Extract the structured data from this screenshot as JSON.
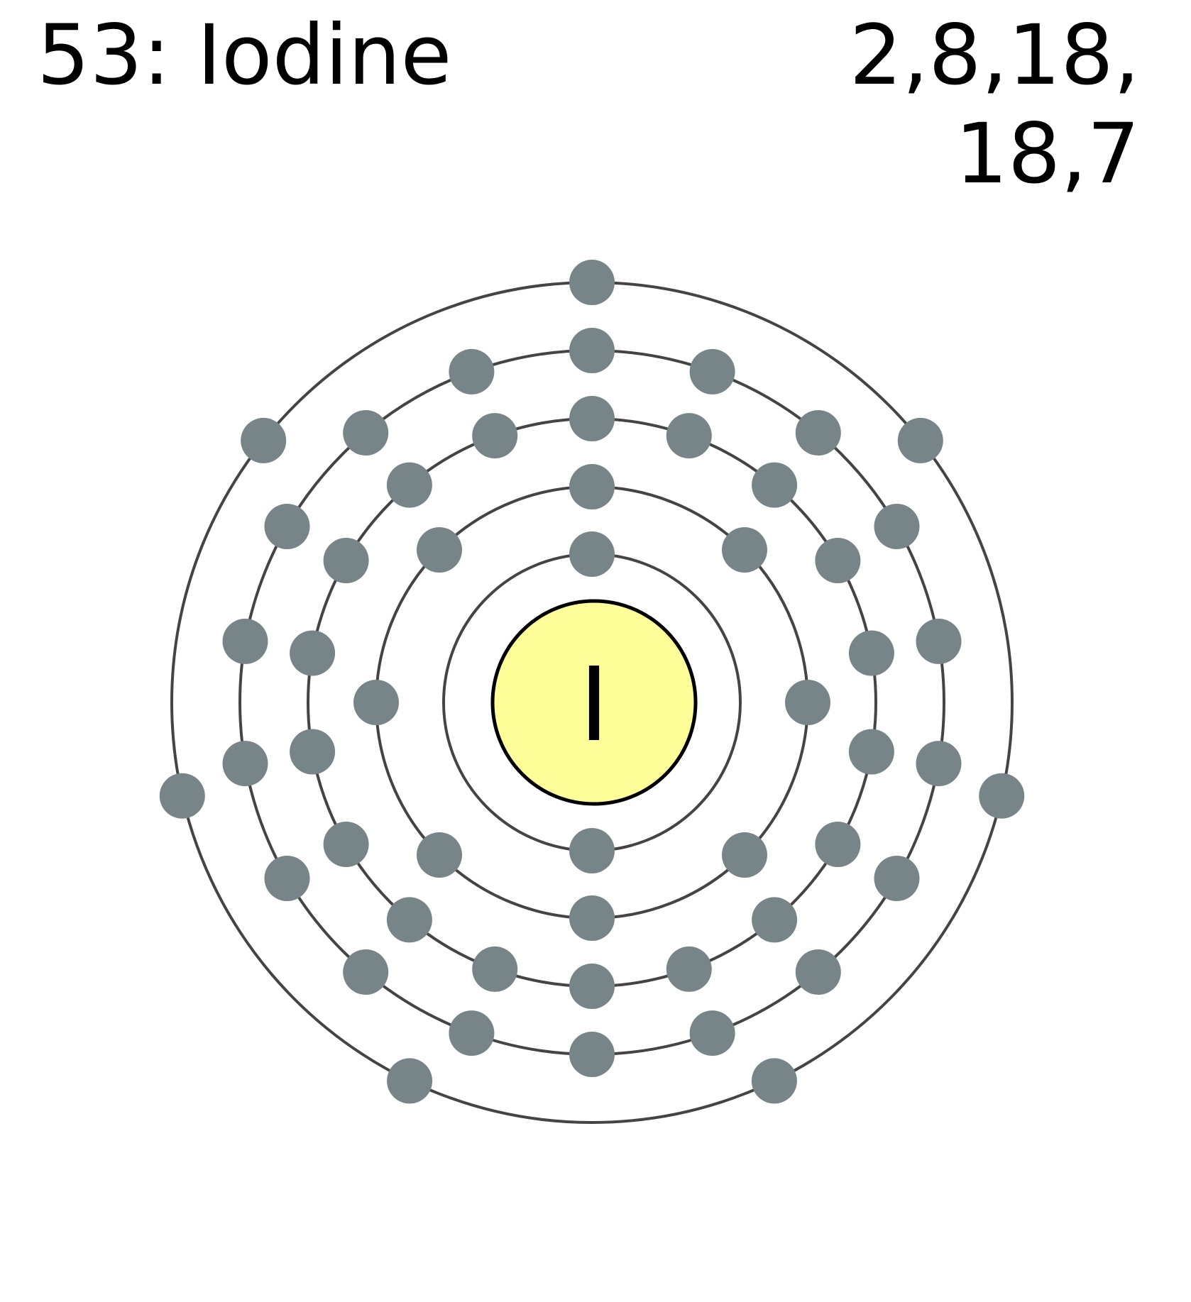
{
  "title": {
    "atomic_number": "53",
    "separator": ": ",
    "element_name": "Iodine",
    "text": "53: Iodine"
  },
  "electron_configuration": {
    "line1": "2,8,18,",
    "line2": "18,7",
    "shells": [
      2,
      8,
      18,
      18,
      7
    ]
  },
  "nucleus": {
    "symbol": "I",
    "fill": "#ffff99",
    "stroke": "#000000"
  },
  "colors": {
    "electron": "#778589",
    "orbit": "#444444",
    "background": "#ffffff",
    "text": "#000000"
  },
  "shells": [
    {
      "name": "shell-1",
      "electrons": 2,
      "start_angle_deg": 90,
      "radius": 209
    },
    {
      "name": "shell-2",
      "electrons": 8,
      "start_angle_deg": 90,
      "radius": 304
    },
    {
      "name": "shell-3",
      "electrons": 18,
      "start_angle_deg": 90,
      "radius": 400
    },
    {
      "name": "shell-4",
      "electrons": 18,
      "start_angle_deg": 90,
      "radius": 496
    },
    {
      "name": "shell-5",
      "electrons": 7,
      "start_angle_deg": 90,
      "radius": 592
    }
  ]
}
